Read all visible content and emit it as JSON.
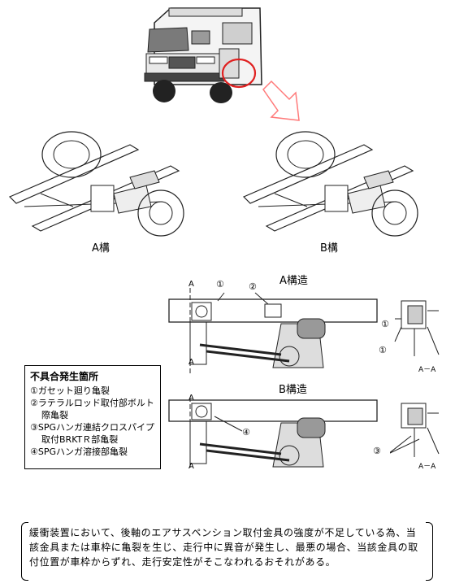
{
  "labels": {
    "a_struct": "A構",
    "b_struct": "B構",
    "a_structure": "A構造",
    "b_structure": "B構造",
    "section_aa": "A－A",
    "section_mark": "A",
    "callouts": [
      "①",
      "②",
      "①",
      "④",
      "③"
    ]
  },
  "defect_box": {
    "title": "不具合発生箇所",
    "items": [
      "①ガセット廻り亀裂",
      "②ラテラルロッド取付部ボルト",
      "際亀裂",
      "③SPGハンガ連結クロスパイプ",
      "取付BRKTＲ部亀裂",
      "④SPGハンガ溶接部亀裂"
    ]
  },
  "description": "緩衝装置において、後軸のエアサスペンション取付金具の強度が不足している為、当該金具または車枠に亀裂を生じ、走行中に異音が発生し、最悪の場合、当該金具の取付位置が車枠からずれ、走行安定性がそこなわれるおそれがある。",
  "colors": {
    "highlight_circle": "#e02020",
    "arrow": "#ff7a7a"
  }
}
